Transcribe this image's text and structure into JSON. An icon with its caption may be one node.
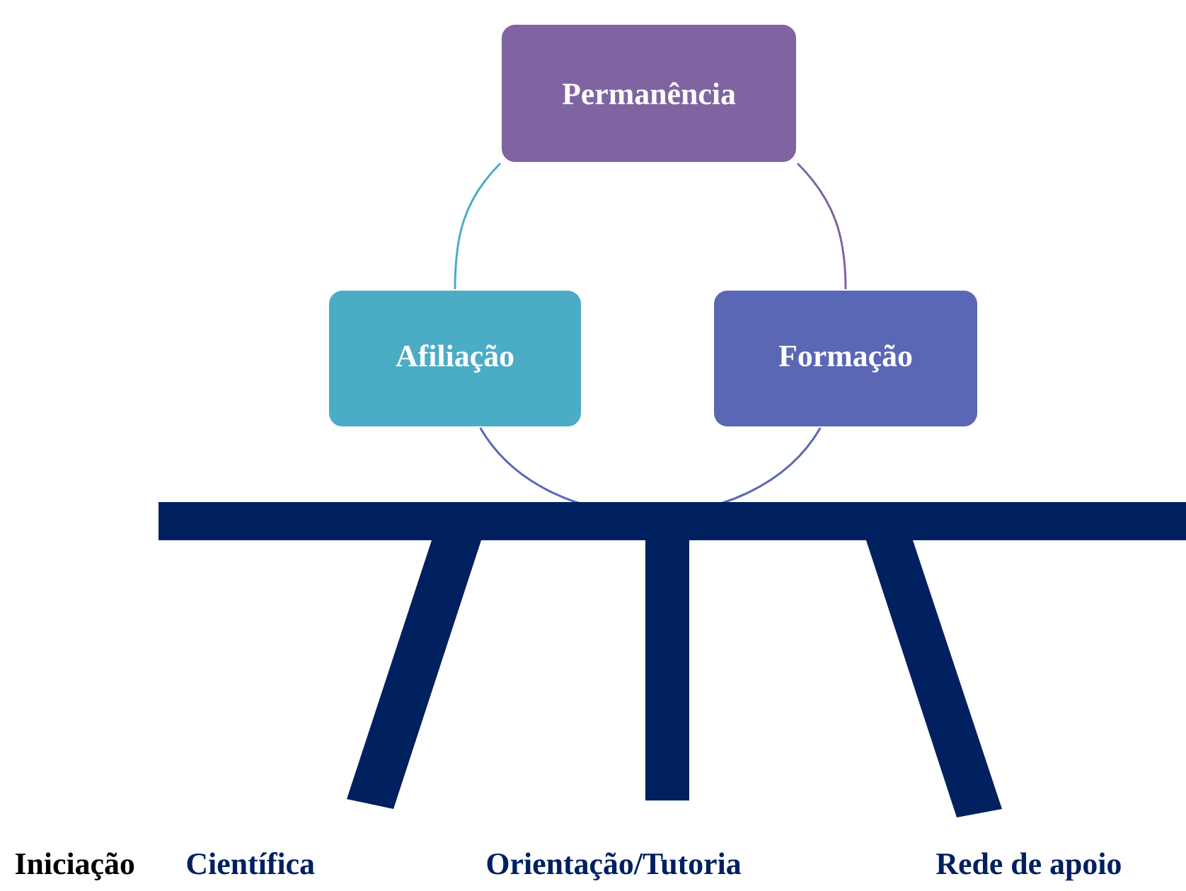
{
  "diagram": {
    "nodes": [
      {
        "text": [
          "Permanência"
        ]
      },
      {
        "text": [
          "Afiliação"
        ]
      },
      {
        "text": [
          "Formação"
        ]
      }
    ],
    "edges": [
      {
        "from": 1,
        "to": 0,
        "arrow": "none",
        "color": "#4bacc6"
      },
      {
        "from": 0,
        "to": 2,
        "arrow": "none",
        "color": "#8064a2"
      },
      {
        "from": 2,
        "to": 1,
        "arrow": "none",
        "color": "#5a67b4"
      }
    ],
    "labels": [
      "Iniciação",
      "Científica",
      "Orientação/Tutoria",
      "Rede de apoio"
    ]
  }
}
